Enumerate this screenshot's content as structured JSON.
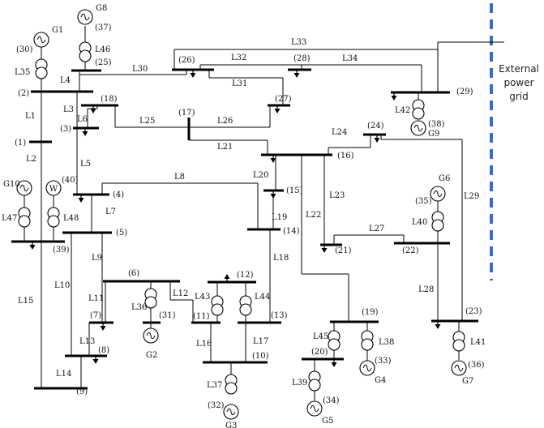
{
  "external_grid": {
    "label_lines": [
      "External",
      "power",
      "grid"
    ],
    "boundary_color": "#2f6fd6"
  },
  "generators": {
    "G1": "G1",
    "G2": "G2",
    "G3": "G3",
    "G4": "G4",
    "G5": "G5",
    "G6": "G6",
    "G7": "G7",
    "G8": "G8",
    "G9": "G9",
    "G10": "G10",
    "W": "W"
  },
  "gen_nodes": {
    "n30": "(30)",
    "n31": "(31)",
    "n32": "(32)",
    "n33": "(33)",
    "n34": "(34)",
    "n35": "(35)",
    "n36": "(36)",
    "n37": "(37)",
    "n38": "(38)",
    "n40": "(40)"
  },
  "buses": {
    "b1": "(1)",
    "b2": "(2)",
    "b3": "(3)",
    "b4": "(4)",
    "b5": "(5)",
    "b6": "(6)",
    "b7": "(7)",
    "b8": "(8)",
    "b9": "(9)",
    "b10": "(10)",
    "b11": "(11)",
    "b12": "(12)",
    "b13": "(13)",
    "b14": "(14)",
    "b15": "(15)",
    "b16": "(16)",
    "b17": "(17)",
    "b18": "(18)",
    "b19": "(19)",
    "b20": "(20)",
    "b21": "(21)",
    "b22": "(22)",
    "b23": "(23)",
    "b24": "(24)",
    "b25": "(25)",
    "b26": "(26)",
    "b27": "(27)",
    "b28": "(28)",
    "b29": "(29)",
    "b39": "(39)"
  },
  "lines": {
    "L1": "L1",
    "L2": "L2",
    "L3": "L3",
    "L4": "L4",
    "L5": "L5",
    "L6": "L6",
    "L7": "L7",
    "L8": "L8",
    "L9": "L9",
    "L10": "L10",
    "L11": "L11",
    "L12": "L12",
    "L13": "L13",
    "L14": "L14",
    "L15": "L15",
    "L16": "L16",
    "L17": "L17",
    "L18": "L18",
    "L19": "L19",
    "L20": "L20",
    "L21": "L21",
    "L22": "L22",
    "L23": "L23",
    "L24": "L24",
    "L25": "L25",
    "L26": "L26",
    "L27": "L27",
    "L28": "L28",
    "L29": "L29",
    "L30": "L30",
    "L31": "L31",
    "L32": "L32",
    "L33": "L33",
    "L34": "L34",
    "L35": "L35",
    "L36": "L36",
    "L37": "L37",
    "L38": "L38",
    "L39": "L39",
    "L40": "L40",
    "L41": "L41",
    "L42": "L42",
    "L43": "L43",
    "L44": "L44",
    "L45": "L45",
    "L46": "L46",
    "L47": "L47",
    "L48": "L48"
  }
}
